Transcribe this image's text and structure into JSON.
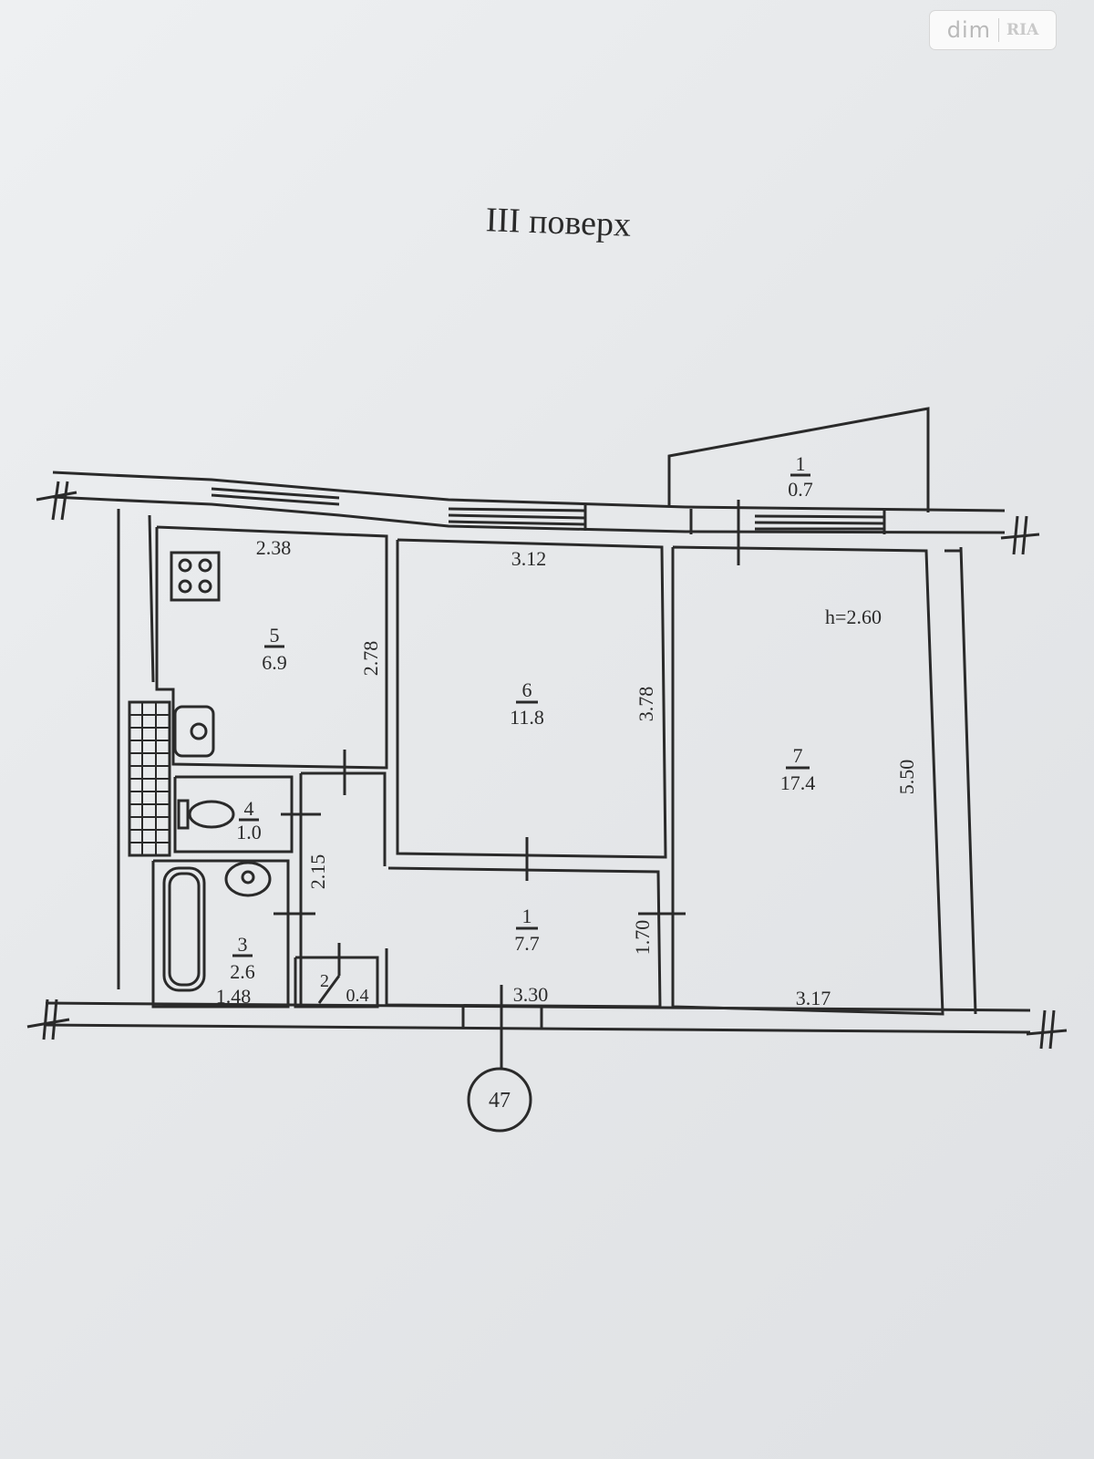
{
  "watermark": {
    "brand": "dim",
    "sub": "RIA"
  },
  "title": "III поверх",
  "unit_height": "h=2.60",
  "section_number": "47",
  "rooms": [
    {
      "number": "1",
      "area": "0.7"
    },
    {
      "number": "2",
      "area": "0.4"
    },
    {
      "number": "3",
      "area": "2.6"
    },
    {
      "number": "4",
      "area": "1.0"
    },
    {
      "number": "5",
      "area": "6.9"
    },
    {
      "number": "6",
      "area": "11.8"
    },
    {
      "number": "7",
      "area": "17.4"
    },
    {
      "number": "1",
      "area": "7.7"
    }
  ],
  "dimensions": {
    "kitchen_width": "2.38",
    "kitchen_depth": "2.78",
    "room6_width": "3.12",
    "room6_depth": "3.78",
    "room7_depth": "5.50",
    "room7_width": "3.17",
    "hall_width": "3.30",
    "hall_depth": "1.70",
    "corridor_length": "2.15",
    "bath_width": "1.48"
  },
  "colors": {
    "ink": "#2a2a2a",
    "paper": "#e9eaec"
  }
}
